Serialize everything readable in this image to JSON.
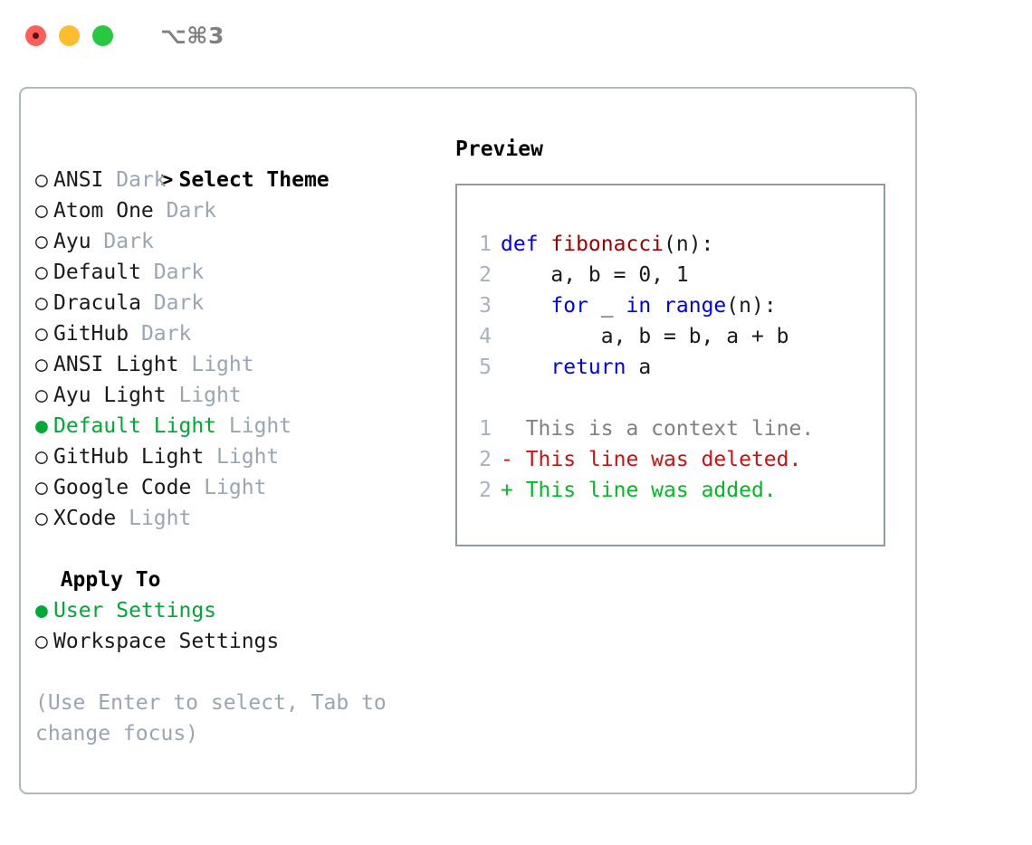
{
  "window": {
    "title": "⌥⌘3",
    "traffic_lights": [
      {
        "name": "close-button",
        "color": "#fd5f57"
      },
      {
        "name": "minimize-button",
        "color": "#febc2e"
      },
      {
        "name": "maximize-button",
        "color": "#28c840"
      }
    ]
  },
  "colors": {
    "selected_green": "#00a838",
    "dim_gray": "#9aa5b4",
    "panel_border": "#aeb6c2",
    "preview_border": "#8d9aa8",
    "keyword_blue": "#0000ee",
    "function_red": "#a00000",
    "diff_deleted": "#cc1111",
    "diff_added": "#00bb22",
    "line_number": "#a8b2bf"
  },
  "theme_picker": {
    "header": {
      "prompt": "> ",
      "label": "Select Theme"
    },
    "items": [
      {
        "bullet": "○ ",
        "name": "ANSI",
        "variant": "Dark",
        "selected": false
      },
      {
        "bullet": "○ ",
        "name": "Atom One",
        "variant": "Dark",
        "selected": false
      },
      {
        "bullet": "○ ",
        "name": "Ayu",
        "variant": "Dark",
        "selected": false
      },
      {
        "bullet": "○ ",
        "name": "Default",
        "variant": "Dark",
        "selected": false
      },
      {
        "bullet": "○ ",
        "name": "Dracula",
        "variant": "Dark",
        "selected": false
      },
      {
        "bullet": "○ ",
        "name": "GitHub",
        "variant": "Dark",
        "selected": false
      },
      {
        "bullet": "○ ",
        "name": "ANSI Light",
        "variant": "Light",
        "selected": false
      },
      {
        "bullet": "○ ",
        "name": "Ayu Light",
        "variant": "Light",
        "selected": false
      },
      {
        "bullet": "● ",
        "name": "Default Light",
        "variant": "Light",
        "selected": true
      },
      {
        "bullet": "○ ",
        "name": "GitHub Light",
        "variant": "Light",
        "selected": false
      },
      {
        "bullet": "○ ",
        "name": "Google Code",
        "variant": "Light",
        "selected": false
      },
      {
        "bullet": "○ ",
        "name": "XCode",
        "variant": "Light",
        "selected": false
      }
    ]
  },
  "apply_to": {
    "title": "  Apply To",
    "options": [
      {
        "bullet": "● ",
        "label": "User Settings",
        "selected": true
      },
      {
        "bullet": "○ ",
        "label": "Workspace Settings",
        "selected": false
      }
    ]
  },
  "hint": "(Use Enter to select, Tab to change focus)",
  "preview": {
    "title": "Preview",
    "code_lines": [
      {
        "num": "1",
        "tokens": [
          {
            "t": "def ",
            "c": "kw"
          },
          {
            "t": "fibonacci",
            "c": "fn"
          },
          {
            "t": "(n):",
            "c": "pl"
          }
        ]
      },
      {
        "num": "2",
        "tokens": [
          {
            "t": "    a, b = 0, 1",
            "c": "pl"
          }
        ]
      },
      {
        "num": "3",
        "tokens": [
          {
            "t": "    ",
            "c": "pl"
          },
          {
            "t": "for",
            "c": "kw"
          },
          {
            "t": " _ ",
            "c": "pl"
          },
          {
            "t": "in",
            "c": "kw"
          },
          {
            "t": " ",
            "c": "pl"
          },
          {
            "t": "range",
            "c": "kw"
          },
          {
            "t": "(n):",
            "c": "pl"
          }
        ]
      },
      {
        "num": "4",
        "tokens": [
          {
            "t": "        a, b = b, a + b",
            "c": "pl"
          }
        ]
      },
      {
        "num": "5",
        "tokens": [
          {
            "t": "    ",
            "c": "pl"
          },
          {
            "t": "return",
            "c": "kw"
          },
          {
            "t": " a",
            "c": "pl"
          }
        ]
      }
    ],
    "diff_lines": [
      {
        "num": "1",
        "marker": "  ",
        "text": "This is a context line.",
        "kind": "ctx"
      },
      {
        "num": "2",
        "marker": "- ",
        "text": "This line was deleted.",
        "kind": "del"
      },
      {
        "num": "2",
        "marker": "+ ",
        "text": "This line was added.",
        "kind": "add"
      }
    ]
  }
}
